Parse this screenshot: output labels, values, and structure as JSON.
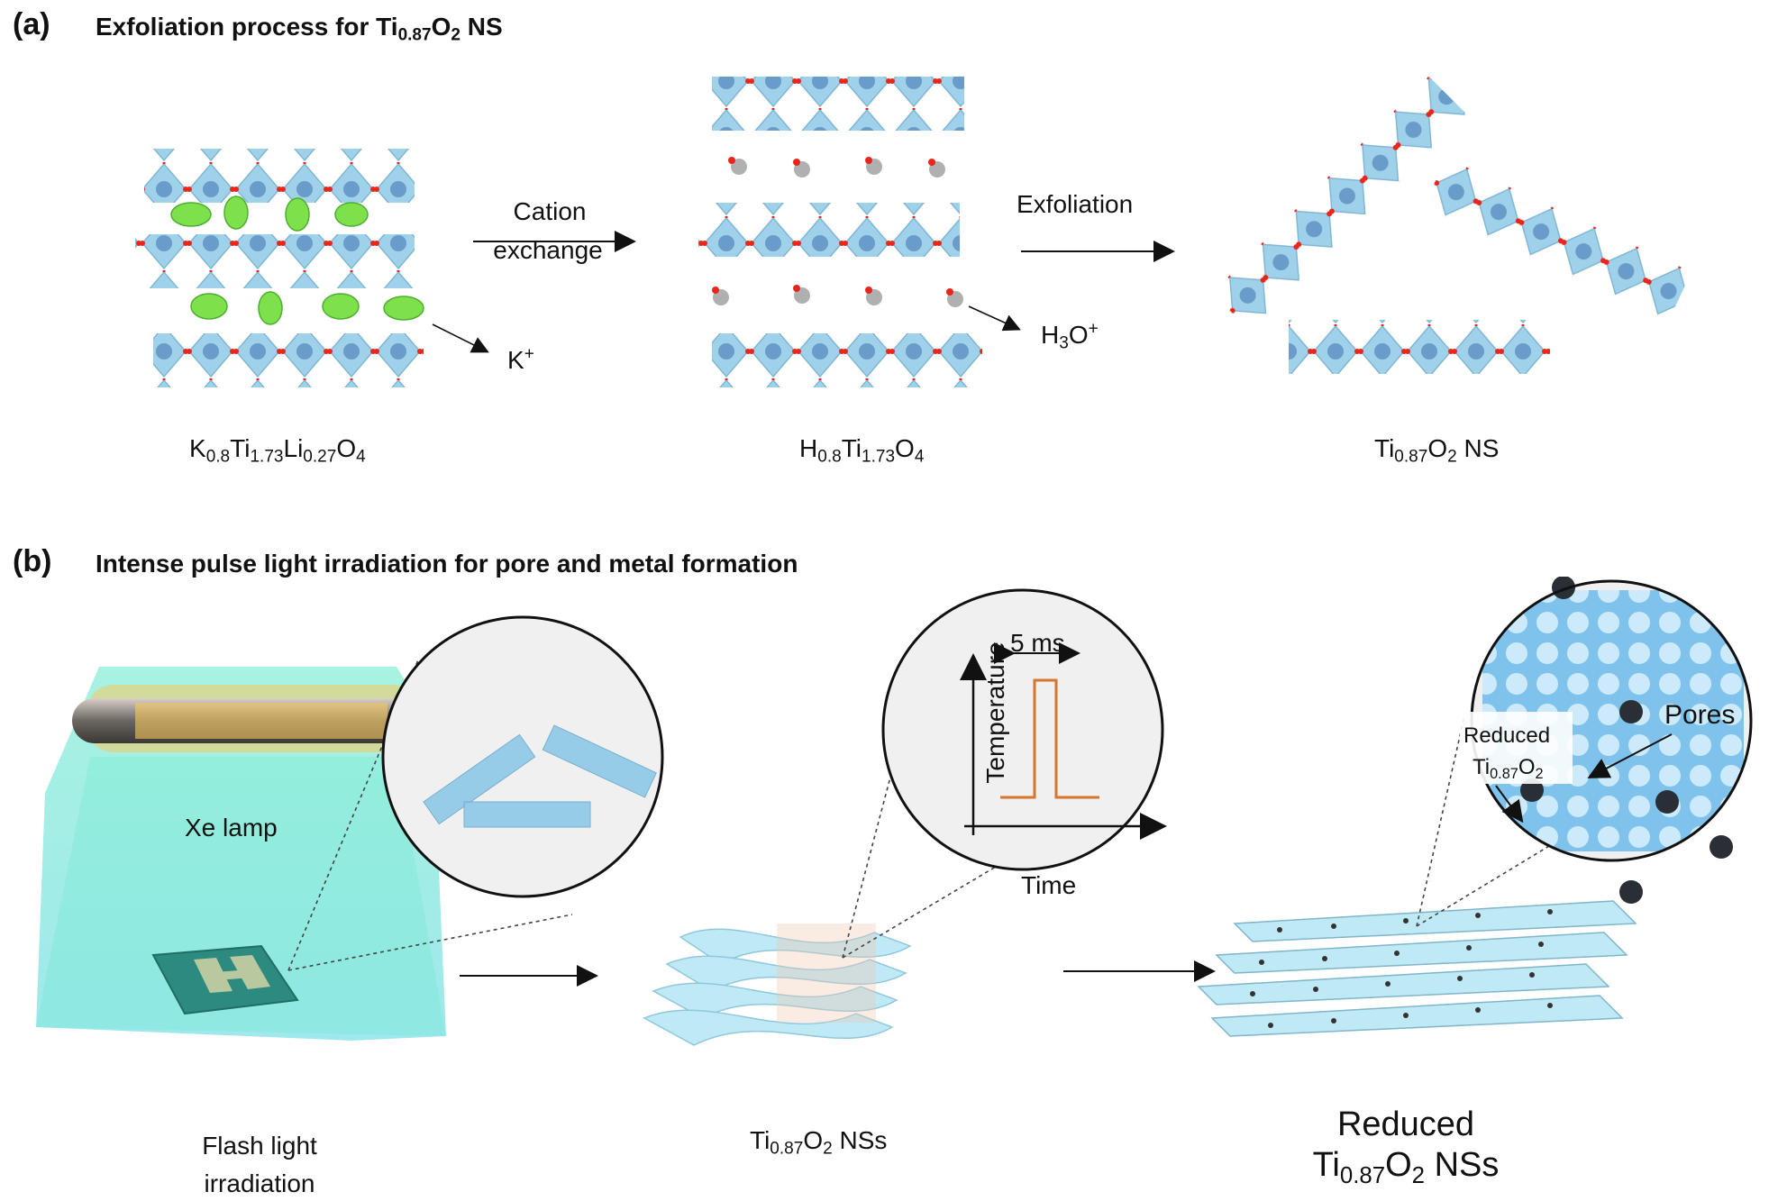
{
  "panel_a": {
    "letter": "(a)",
    "title_main": "Exfoliation process for Ti",
    "title_sub": "0.87",
    "title_o": "O",
    "title_o_sub": "2",
    "title_tail": " NS",
    "step1": "Cation",
    "step1_line2": "exchange",
    "step2": "Exfoliation",
    "ion_k": "K",
    "ion_k_sup": "+",
    "ion_h": "H",
    "ion_h_sub": "3",
    "ion_h_o": "O",
    "ion_h_sup": "+",
    "formula1": {
      "a": "K",
      "a_sub": "0.8",
      "b": "Ti",
      "b_sub": "1.73",
      "c": "Li",
      "c_sub": "0.27",
      "d": "O",
      "d_sub": "4"
    },
    "formula2": {
      "a": "H",
      "a_sub": "0.8",
      "b": "Ti",
      "b_sub": "1.73",
      "c": "O",
      "c_sub": "4"
    },
    "formula3": {
      "a": "Ti",
      "a_sub": "0.87",
      "b": "O",
      "b_sub": "2",
      "tail": " NS"
    }
  },
  "panel_b": {
    "letter": "(b)",
    "title": "Intense pulse light irradiation for pore and metal formation",
    "lamp_label": "Xe lamp",
    "flash_line1": "Flash light",
    "flash_line2": "irradiation",
    "ns_label": {
      "a": "Ti",
      "a_sub": "0.87",
      "b": "O",
      "b_sub": "2",
      "tail": " NSs"
    },
    "reduced_line1": "Reduced",
    "reduced_line2": {
      "a": "Ti",
      "a_sub": "0.87",
      "b": "O",
      "b_sub": "2",
      "tail": " NSs"
    },
    "pulse_width": "5 ms",
    "axis_y": "Temperature",
    "axis_x": "Time",
    "pores_label": "Pores",
    "reduced_inset_line1": "Reduced",
    "reduced_inset_line2": {
      "a": "Ti",
      "a_sub": "0.87",
      "b": "O",
      "b_sub": "2"
    }
  },
  "colors": {
    "octahedron": "#8ec9e8",
    "oxygen": "#e8261c",
    "potassium": "#7ee04a",
    "lamp_glow": "#f5c860",
    "light_cone": "#5fe8c8",
    "sheet": "#bfe9f5",
    "pulse": "#d9762b"
  }
}
